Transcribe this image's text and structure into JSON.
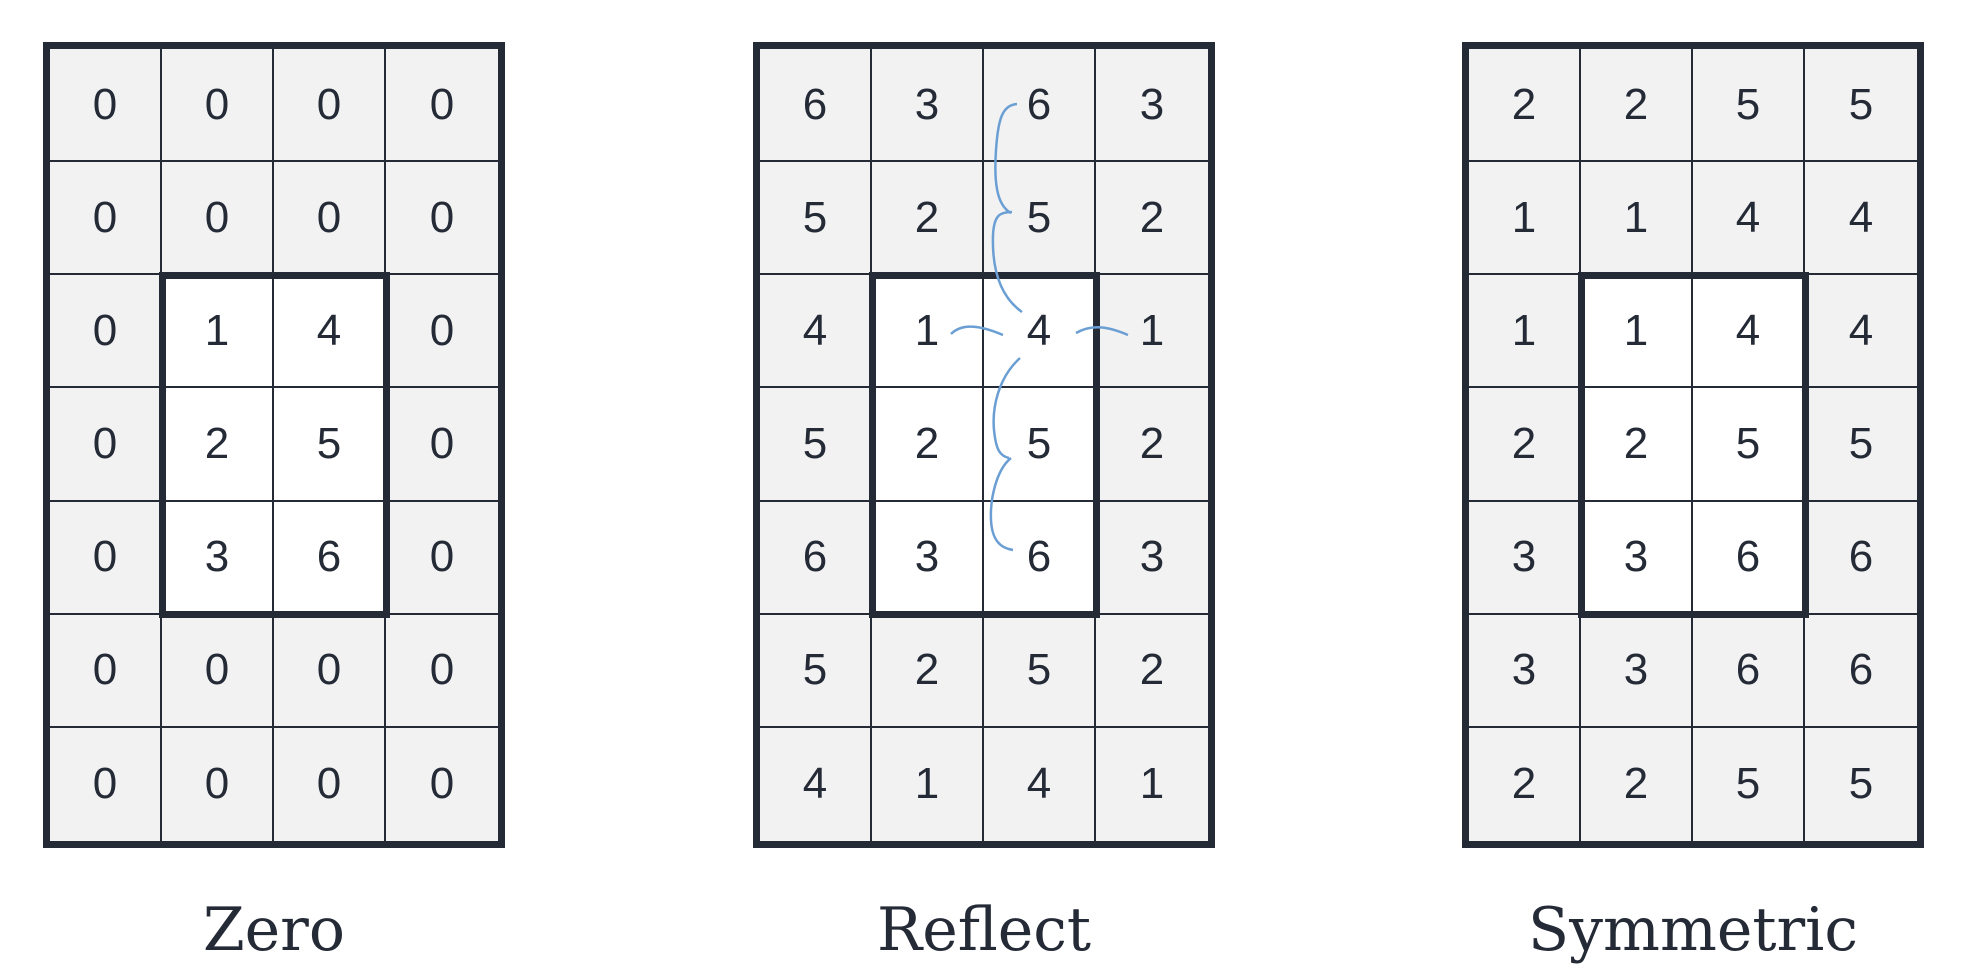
{
  "panels": [
    {
      "name": "zero",
      "caption": "Zero",
      "grid": [
        [
          "0",
          "0",
          "0",
          "0"
        ],
        [
          "0",
          "0",
          "0",
          "0"
        ],
        [
          "0",
          "1",
          "4",
          "0"
        ],
        [
          "0",
          "2",
          "5",
          "0"
        ],
        [
          "0",
          "3",
          "6",
          "0"
        ],
        [
          "0",
          "0",
          "0",
          "0"
        ],
        [
          "0",
          "0",
          "0",
          "0"
        ]
      ]
    },
    {
      "name": "reflect",
      "caption": "Reflect",
      "grid": [
        [
          "6",
          "3",
          "6",
          "3"
        ],
        [
          "5",
          "2",
          "5",
          "2"
        ],
        [
          "4",
          "1",
          "4",
          "1"
        ],
        [
          "5",
          "2",
          "5",
          "2"
        ],
        [
          "6",
          "3",
          "6",
          "3"
        ],
        [
          "5",
          "2",
          "5",
          "2"
        ],
        [
          "4",
          "1",
          "4",
          "1"
        ]
      ]
    },
    {
      "name": "symmetric",
      "caption": "Symmetric",
      "grid": [
        [
          "2",
          "2",
          "5",
          "5"
        ],
        [
          "1",
          "1",
          "4",
          "4"
        ],
        [
          "1",
          "1",
          "4",
          "4"
        ],
        [
          "2",
          "2",
          "5",
          "5"
        ],
        [
          "3",
          "3",
          "6",
          "6"
        ],
        [
          "3",
          "3",
          "6",
          "6"
        ],
        [
          "2",
          "2",
          "5",
          "5"
        ]
      ]
    }
  ],
  "colors": {
    "border": "#242a36",
    "pad_cell": "#f2f2f2",
    "inner_cell": "#ffffff",
    "arrow": "#6b9fd4"
  }
}
